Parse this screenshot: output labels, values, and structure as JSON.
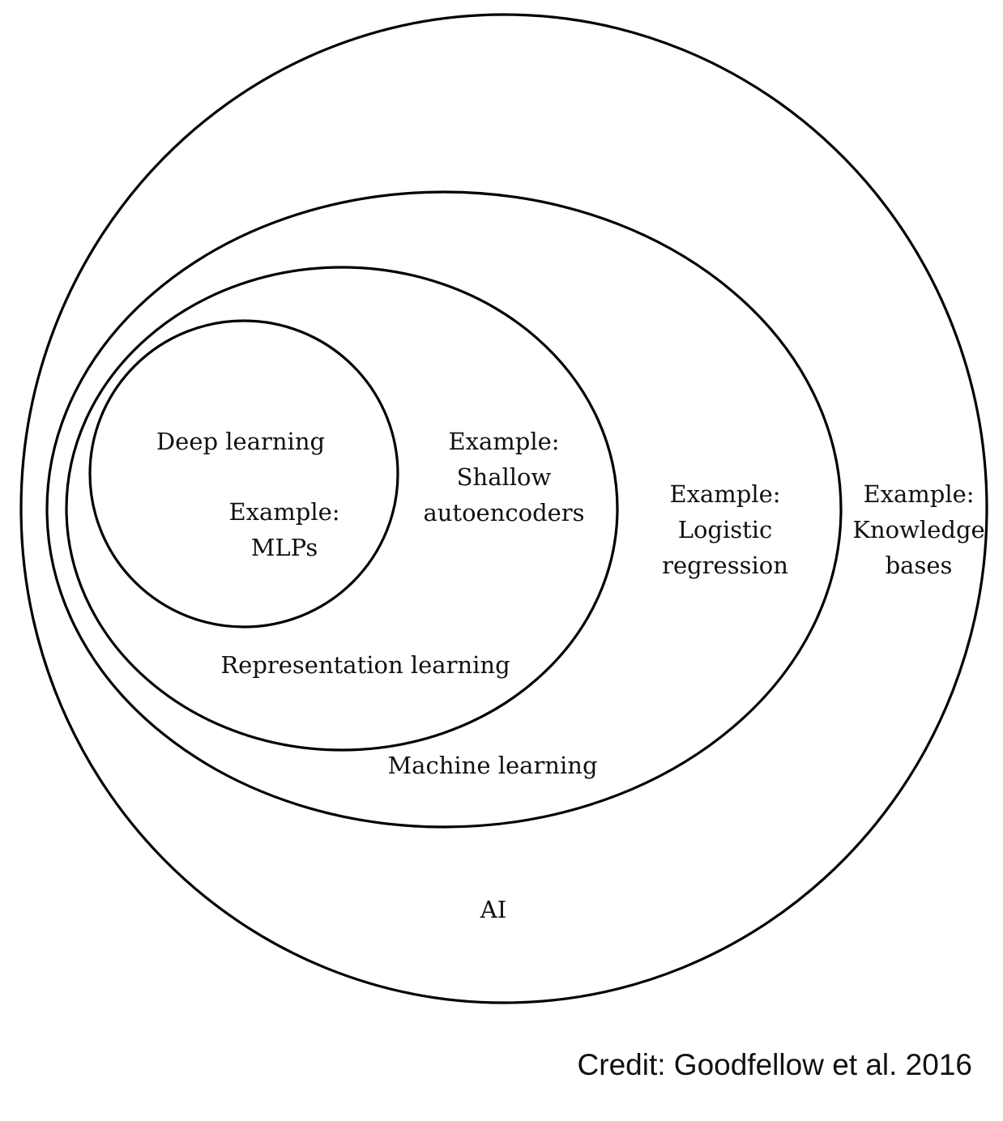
{
  "diagram": {
    "ai": {
      "name": "AI",
      "example_line1": "Example:",
      "example_line2": "Knowledge",
      "example_line3": "bases"
    },
    "machine_learning": {
      "name": "Machine learning",
      "example_line1": "Example:",
      "example_line2": "Logistic",
      "example_line3": "regression"
    },
    "representation_learning": {
      "name": "Representation learning",
      "example_line1": "Example:",
      "example_line2": "Shallow",
      "example_line3": "autoencoders"
    },
    "deep_learning": {
      "name": "Deep learning",
      "example_line1": "Example:",
      "example_line2": "MLPs"
    }
  },
  "credit": "Credit: Goodfellow et al. 2016"
}
